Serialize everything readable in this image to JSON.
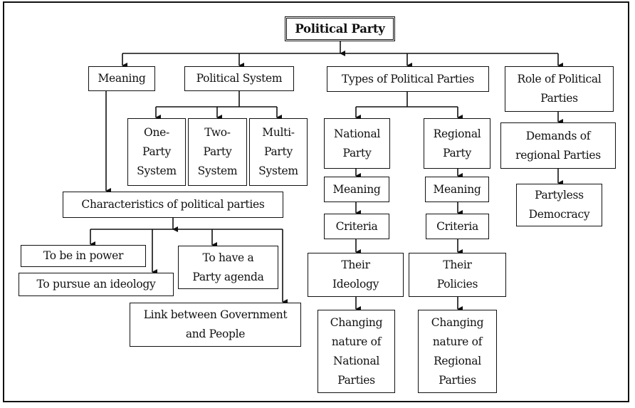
{
  "root": "Political Party",
  "level1": {
    "meaning": "Meaning",
    "political_system": "Political System",
    "types": "Types of Political Parties",
    "role": "Role of Political\nParties"
  },
  "systems": [
    "One-\nParty\nSystem",
    "Two-\nParty\nSystem",
    "Multi-\nParty\nSystem"
  ],
  "characteristics": {
    "title": "Characteristics of political parties",
    "items": [
      "To be in power",
      "To pursue an ideology",
      "To have a\nParty agenda",
      "Link between Government\nand People"
    ]
  },
  "national": {
    "title": "National\nParty",
    "meaning": "Meaning",
    "criteria": "Criteria",
    "focus": "Their\nIdeology",
    "changing": "Changing\nnature of\nNational\nParties"
  },
  "regional": {
    "title": "Regional\nParty",
    "meaning": "Meaning",
    "criteria": "Criteria",
    "focus": "Their\nPolicies",
    "changing": "Changing\nnature of\nRegional\nParties"
  },
  "role": {
    "demands": "Demands of\nregional Parties",
    "partyless": "Partyless\nDemocracy"
  }
}
